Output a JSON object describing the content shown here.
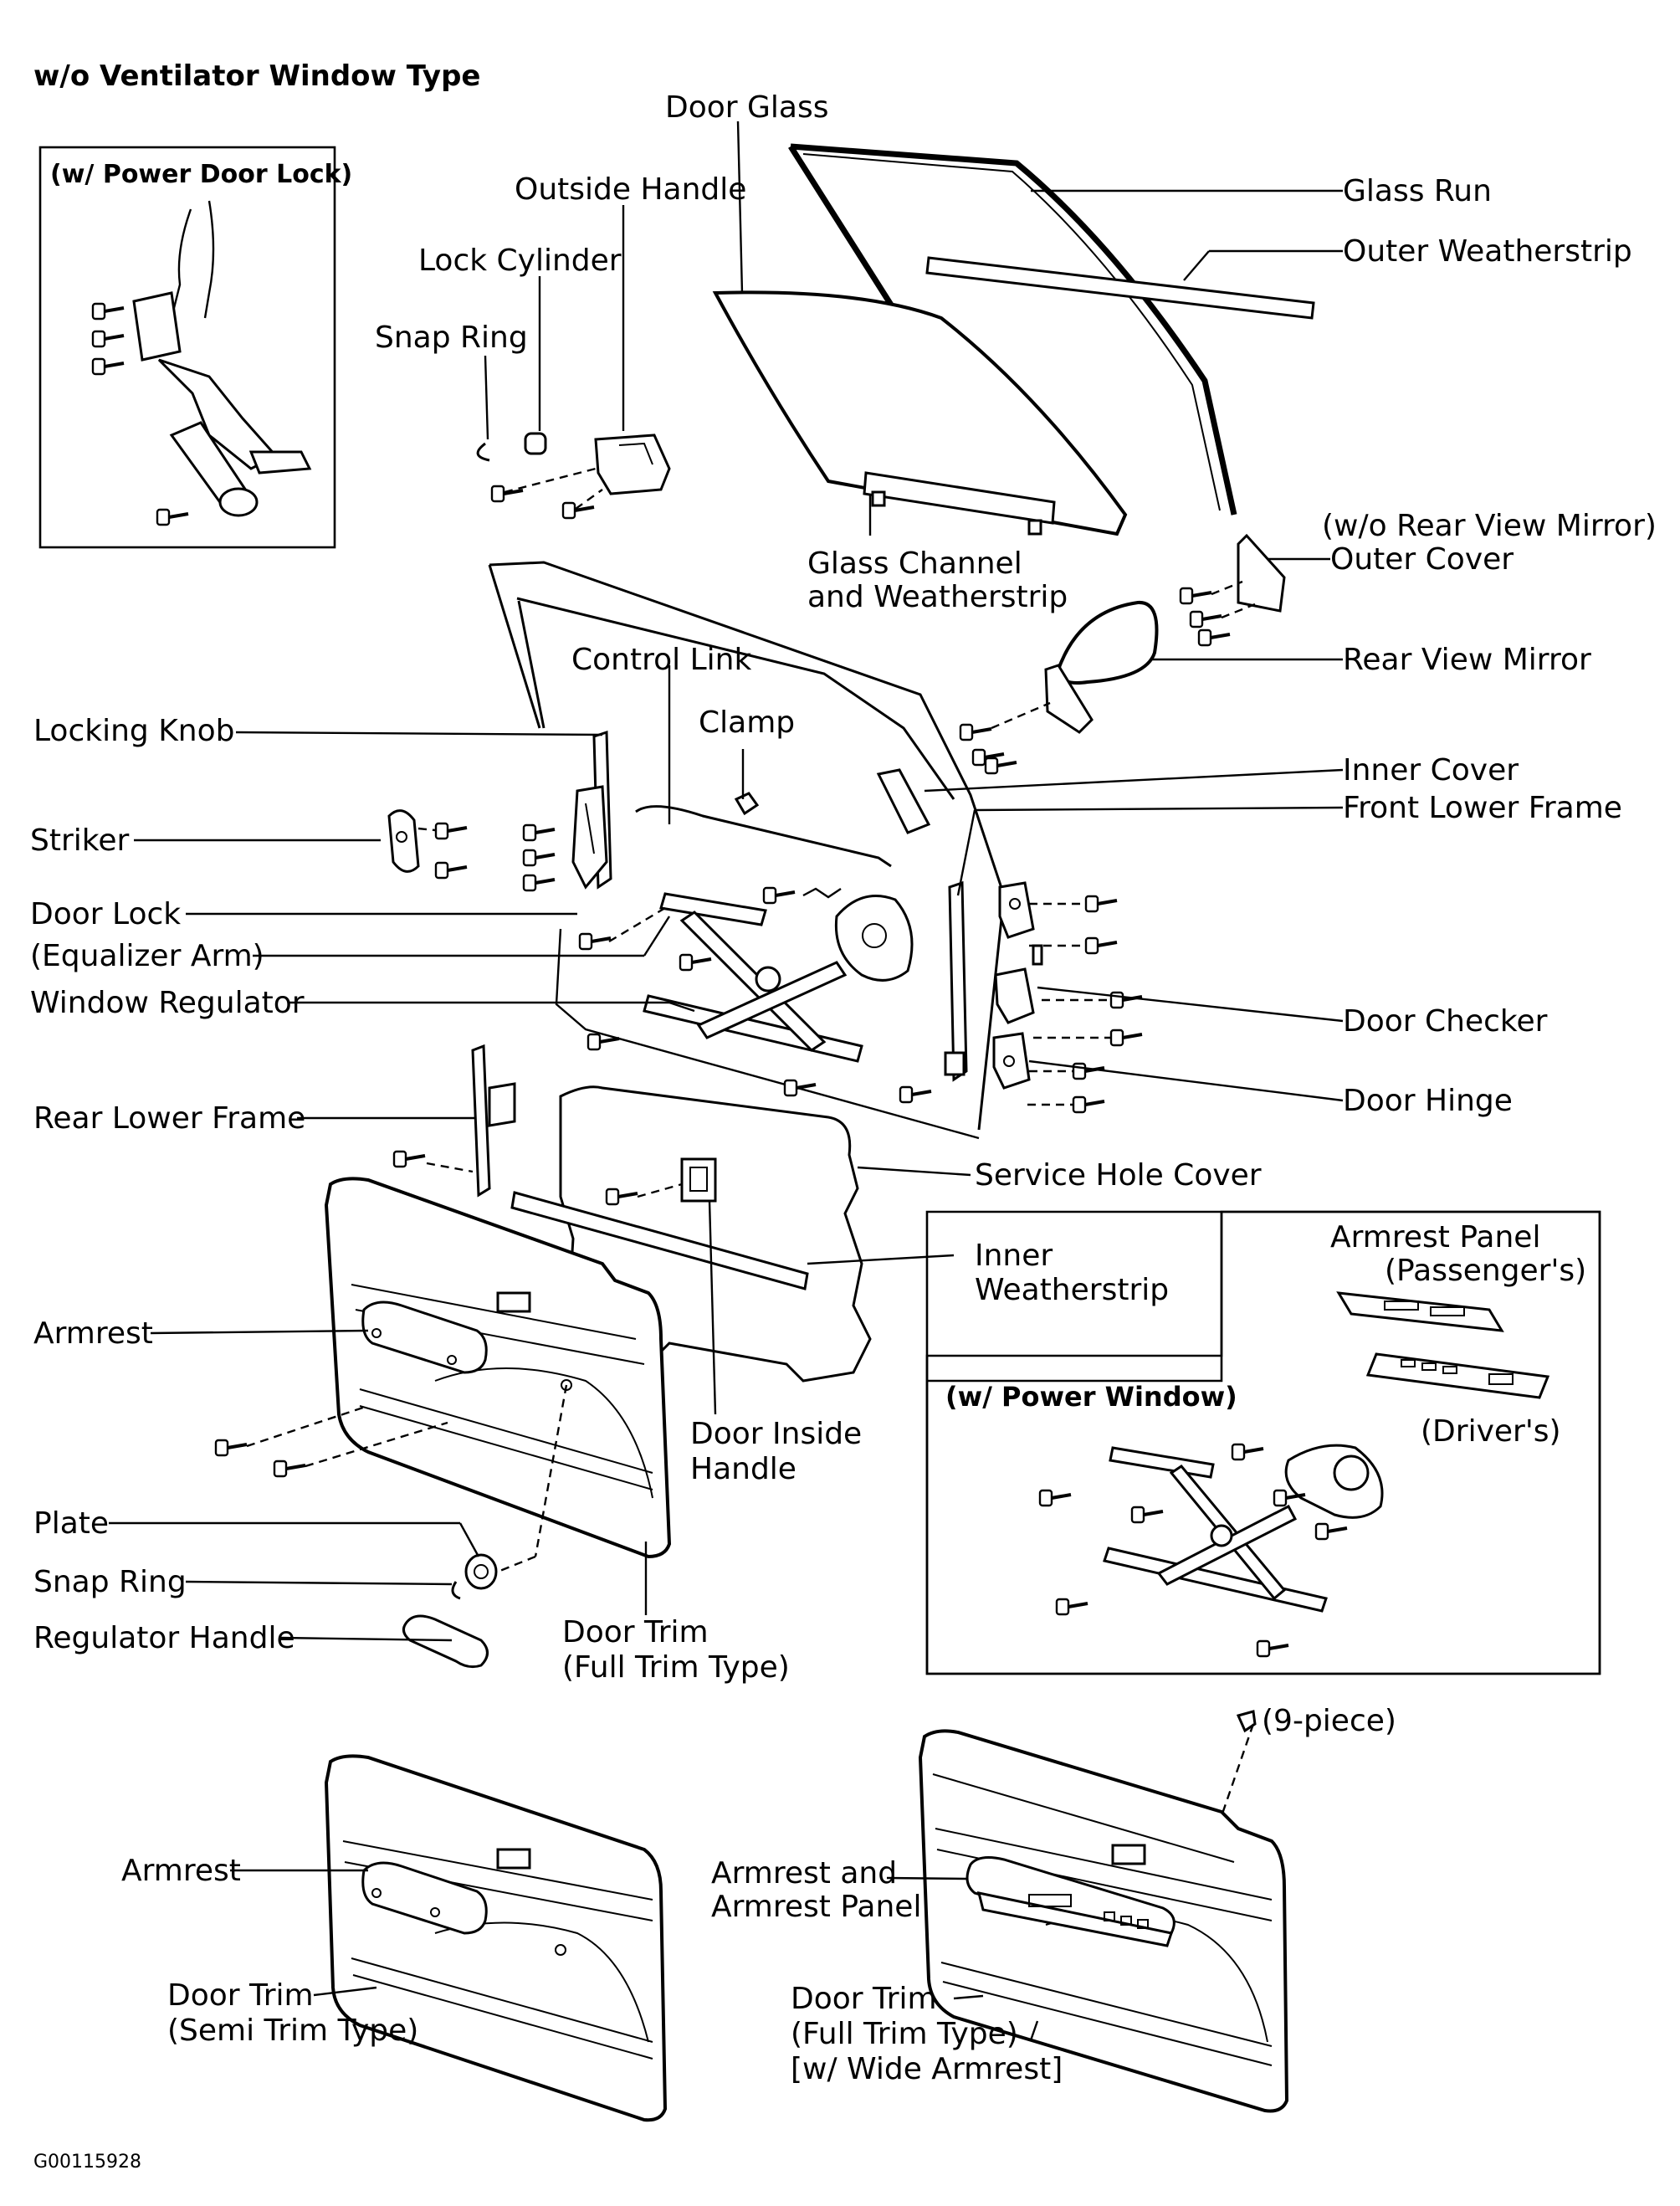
{
  "header": {
    "title": "w/o Ventilator Window Type",
    "figure_code": "G00115928"
  },
  "inset_power_door_lock": {
    "title": "(w/ Power Door Lock)"
  },
  "inset_power_window": {
    "title": "(w/ Power Window)",
    "armrest_panel_line1": "Armrest Panel",
    "armrest_panel_line2": "(Passenger's)",
    "drivers": "(Driver's)"
  },
  "labels": {
    "door_glass": "Door Glass",
    "outside_handle": "Outside Handle",
    "lock_cylinder": "Lock Cylinder",
    "snap_ring_top": "Snap Ring",
    "glass_run": "Glass Run",
    "outer_weatherstrip": "Outer Weatherstrip",
    "glass_channel_line1": "Glass Channel",
    "glass_channel_line2": "and Weatherstrip",
    "wo_rear_view_mirror": "(w/o Rear View Mirror)",
    "outer_cover": "Outer Cover",
    "rear_view_mirror": "Rear View Mirror",
    "control_link": "Control Link",
    "clamp": "Clamp",
    "locking_knob": "Locking Knob",
    "inner_cover": "Inner Cover",
    "front_lower_frame": "Front Lower Frame",
    "striker": "Striker",
    "door_lock": "Door Lock",
    "equalizer_arm": "(Equalizer Arm)",
    "window_regulator": "Window Regulator",
    "door_checker": "Door Checker",
    "door_hinge": "Door Hinge",
    "rear_lower_frame": "Rear Lower Frame",
    "service_hole_cover": "Service Hole Cover",
    "inner_weatherstrip_line1": "Inner",
    "inner_weatherstrip_line2": "Weatherstrip",
    "armrest": "Armrest",
    "door_inside_handle_line1": "Door Inside",
    "door_inside_handle_line2": "Handle",
    "plate": "Plate",
    "snap_ring_bottom": "Snap Ring",
    "regulator_handle": "Regulator Handle",
    "door_trim_full_line1": "Door Trim",
    "door_trim_full_line2": "(Full Trim Type)",
    "nine_piece": "(9-piece)",
    "armrest_semi": "Armrest",
    "armrest_and_panel_line1": "Armrest and",
    "armrest_and_panel_line2": "Armrest Panel",
    "door_trim_semi_line1": "Door Trim",
    "door_trim_semi_line2": "(Semi Trim Type)",
    "door_trim_wide_line1": "Door Trim",
    "door_trim_wide_line2": "(Full Trim Type)",
    "door_trim_wide_line3": "[w/ Wide Armrest]"
  }
}
